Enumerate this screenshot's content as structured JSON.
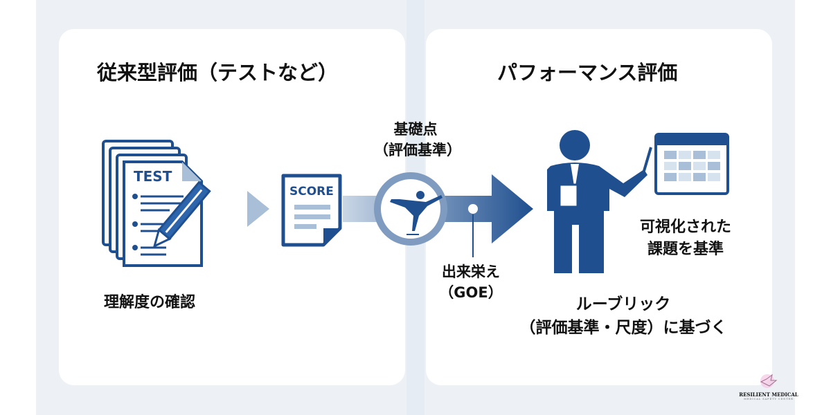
{
  "left_panel": {
    "title": "従来型評価（テストなど）",
    "test_label": "TEST",
    "score_label": "SCORE",
    "caption": "理解度の確認"
  },
  "middle": {
    "base_line1": "基礎点",
    "base_line2": "（評価基準）",
    "goe_line1": "出来栄え",
    "goe_line2": "（GOE）"
  },
  "right_panel": {
    "title": "パフォーマンス評価",
    "visual_line1": "可視化された",
    "visual_line2": "課題を基準",
    "rubric_line1": "ルーブリック",
    "rubric_line2": "（評価基準・尺度）に基づく"
  },
  "logo": {
    "name": "RESILIENT MEDICAL",
    "tagline": "MEDICAL SAFETY CENTER"
  },
  "colors": {
    "primary": "#1f4f8f",
    "light": "#a9bfd8",
    "bg": "#edf1f5"
  }
}
